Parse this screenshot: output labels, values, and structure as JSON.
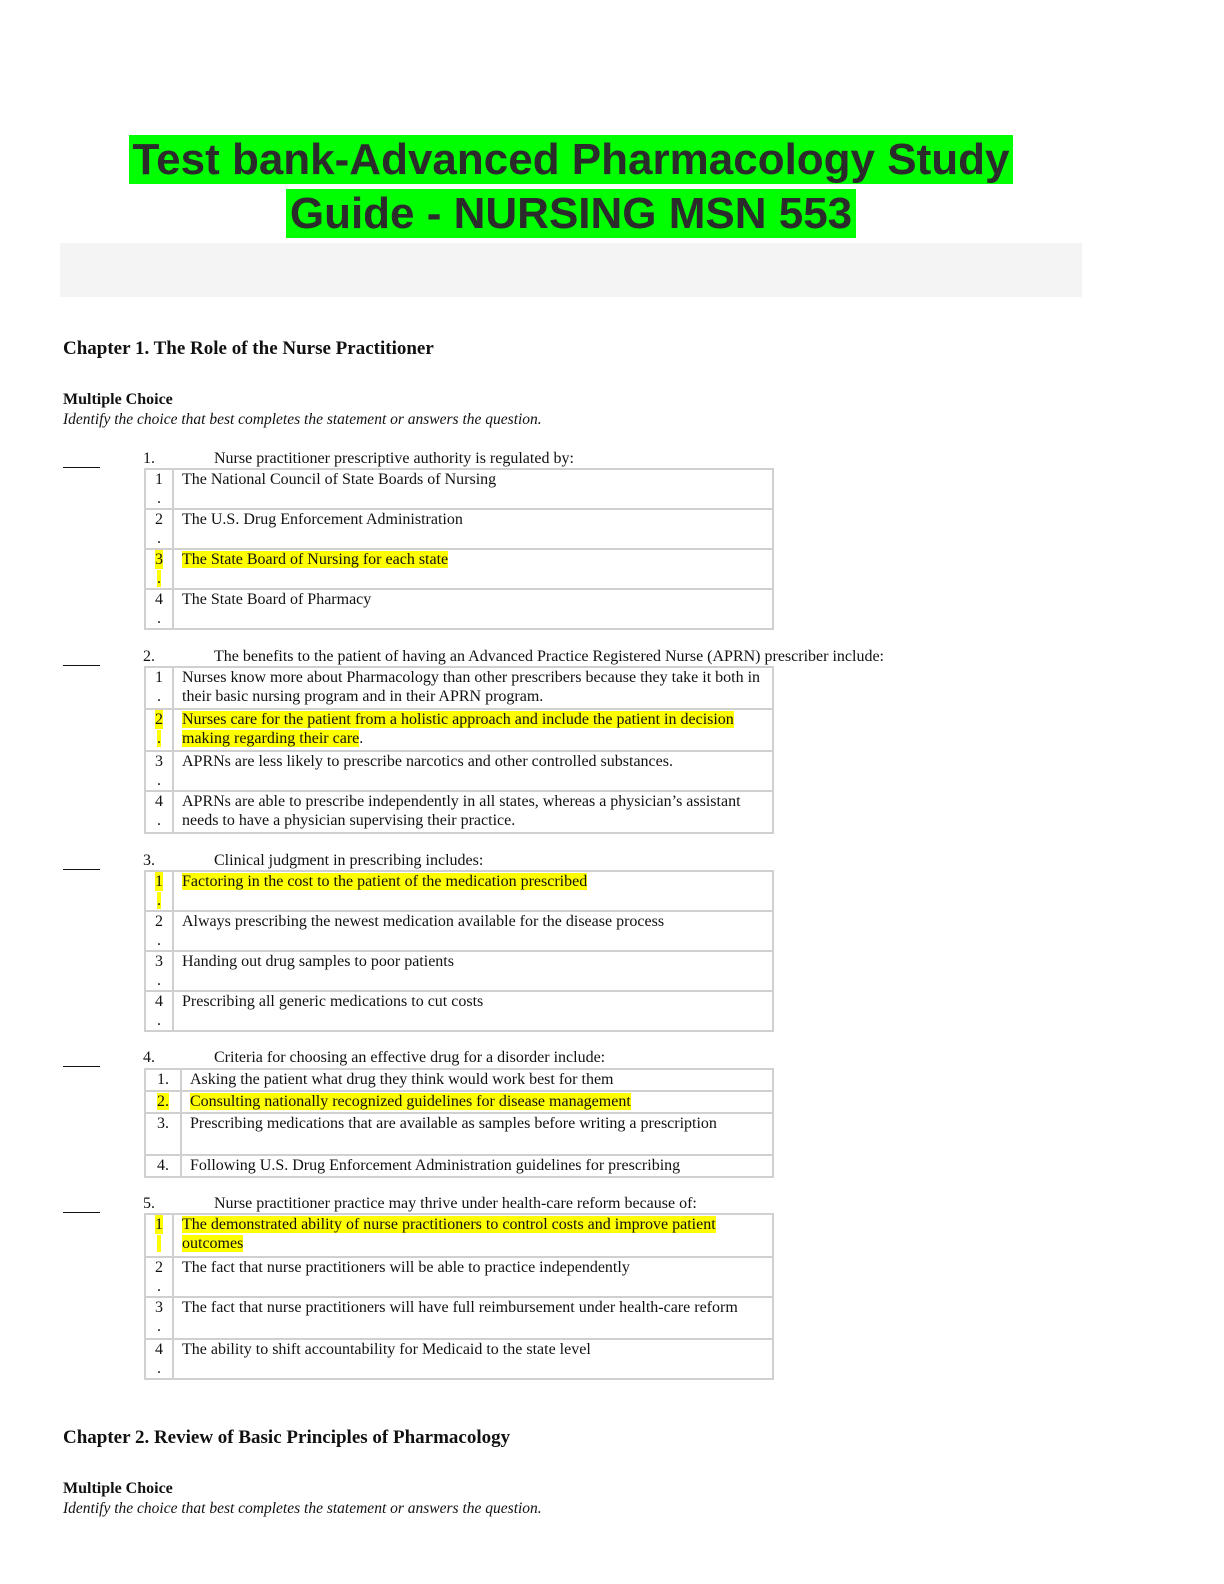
{
  "title": {
    "line1": "Test bank-Advanced Pharmacology Study",
    "line2": "Guide - NURSING MSN 553"
  },
  "chapter1": {
    "heading": "Chapter 1. The Role of the Nurse Practitioner",
    "section": "Multiple Choice",
    "instructions": "Identify the choice that best completes the statement or answers the question."
  },
  "questions": [
    {
      "number": "1.",
      "text": "Nurse practitioner prescriptive authority is regulated by:",
      "options": [
        {
          "num": "1",
          "text": "The National Council of State Boards of Nursing"
        },
        {
          "num": "2",
          "text": "The U.S. Drug Enforcement Administration"
        },
        {
          "num": "3",
          "text": "The State Board of Nursing for each state"
        },
        {
          "num": "4",
          "text": "The State Board of Pharmacy"
        }
      ]
    },
    {
      "number": "2.",
      "text": "The benefits to the patient of having an Advanced Practice Registered Nurse (APRN) prescriber include:",
      "options": [
        {
          "num": "1",
          "text": "Nurses know more about Pharmacology than other prescribers because they take it both in their basic nursing program and in their APRN program."
        },
        {
          "num": "2",
          "text": "Nurses care for the patient from a holistic approach and include the patient in decision making regarding their care"
        },
        {
          "num": "3",
          "text": "APRNs are less likely to prescribe narcotics and other controlled substances."
        },
        {
          "num": "4",
          "text": "APRNs are able to prescribe independently in all states, whereas a physician’s assistant needs to have a physician supervising their practice."
        }
      ]
    },
    {
      "number": "3.",
      "text": "Clinical judgment in prescribing includes:",
      "options": [
        {
          "num": "1",
          "text": "Factoring in the cost to the patient of the medication prescribed"
        },
        {
          "num": "2",
          "text": "Always prescribing the newest medication available for the disease process"
        },
        {
          "num": "3",
          "text": "Handing out drug samples to poor patients"
        },
        {
          "num": "4",
          "text": "Prescribing all generic medications to cut costs"
        }
      ]
    },
    {
      "number": "4.",
      "text": "Criteria for choosing an effective drug for a disorder include:",
      "options": [
        {
          "num": "1.",
          "text": "Asking the patient what drug they think would work best for them"
        },
        {
          "num": "2.",
          "text": "Consulting nationally recognized guidelines for disease management"
        },
        {
          "num": "3.",
          "text": "Prescribing medications that are available as samples before writing a prescription"
        },
        {
          "num": "4.",
          "text": "Following U.S. Drug Enforcement Administration guidelines for prescribing"
        }
      ]
    },
    {
      "number": "5.",
      "text": "Nurse practitioner practice may thrive under health-care reform because of:",
      "options": [
        {
          "num": "1",
          "text": "The demonstrated ability of nurse practitioners to control costs and improve patient outcomes"
        },
        {
          "num": "2",
          "text": "The fact that nurse practitioners will be able to practice independently"
        },
        {
          "num": "3",
          "text": "The fact that nurse practitioners will have full reimbursement under health-care reform"
        },
        {
          "num": "4",
          "text": "The ability to shift accountability for Medicaid to the state level"
        }
      ]
    }
  ],
  "chapter2": {
    "heading": "Chapter 2. Review of Basic Principles of Pharmacology",
    "section": "Multiple Choice",
    "instructions": "Identify the choice that best completes the statement or answers the question."
  },
  "colors": {
    "title_highlight": "#00ff00",
    "answer_highlight": "#ffff00"
  }
}
